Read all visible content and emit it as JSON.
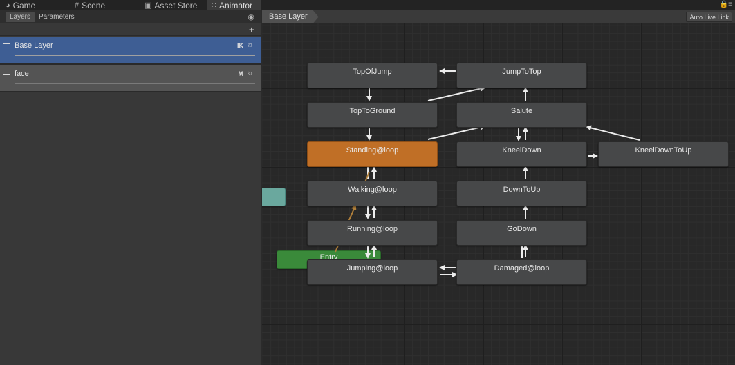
{
  "window_tabs": [
    {
      "label": "Game",
      "icon": "pacman-icon"
    },
    {
      "label": "Scene",
      "icon": "grid-icon"
    },
    {
      "label": "Asset Store",
      "icon": "bag-icon"
    },
    {
      "label": "Animator",
      "icon": "animator-icon",
      "active": true
    }
  ],
  "left_panel": {
    "tabs": [
      "Layers",
      "Parameters"
    ],
    "layers": [
      {
        "name": "Base Layer",
        "badge": "IK",
        "selected": true
      },
      {
        "name": "face",
        "badge": "M",
        "selected": false
      }
    ]
  },
  "graph": {
    "breadcrumb": "Base Layer",
    "live_link_label": "Auto Live Link",
    "states": [
      {
        "id": "topofjump",
        "label": "TopOfJump"
      },
      {
        "id": "jumptotop",
        "label": "JumpToTop"
      },
      {
        "id": "toptoground",
        "label": "TopToGround"
      },
      {
        "id": "salute",
        "label": "Salute"
      },
      {
        "id": "standing",
        "label": "Standing@loop",
        "default": true
      },
      {
        "id": "kneeldown",
        "label": "KneelDown"
      },
      {
        "id": "kneeldowntoup",
        "label": "KneelDownToUp"
      },
      {
        "id": "walking",
        "label": "Walking@loop"
      },
      {
        "id": "downtoup",
        "label": "DownToUp"
      },
      {
        "id": "running",
        "label": "Running@loop"
      },
      {
        "id": "godown",
        "label": "GoDown"
      },
      {
        "id": "jumping",
        "label": "Jumping@loop"
      },
      {
        "id": "damaged",
        "label": "Damaged@loop"
      }
    ],
    "entry_label": "Entry",
    "colors": {
      "default_state": "#c06f26",
      "state": "#474849",
      "entry": "#3a8a3a",
      "any_state": "#6aa89e",
      "selected_layer": "#3e5e94"
    }
  }
}
